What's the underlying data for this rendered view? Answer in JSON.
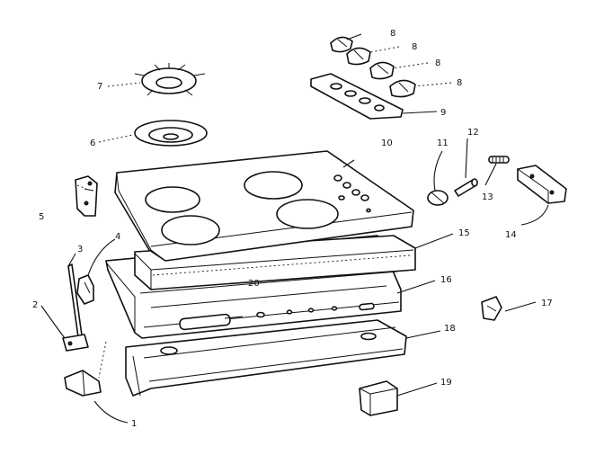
{
  "parts": [
    {
      "id": "p1",
      "number": "1"
    },
    {
      "id": "p2",
      "number": "2"
    },
    {
      "id": "p3",
      "number": "3"
    },
    {
      "id": "p4",
      "number": "4"
    },
    {
      "id": "p5",
      "number": "5"
    },
    {
      "id": "p6",
      "number": "6"
    },
    {
      "id": "p7",
      "number": "7"
    },
    {
      "id": "p8a",
      "number": "8"
    },
    {
      "id": "p8b",
      "number": "8"
    },
    {
      "id": "p8c",
      "number": "8"
    },
    {
      "id": "p8d",
      "number": "8"
    },
    {
      "id": "p9",
      "number": "9"
    },
    {
      "id": "p10",
      "number": "10"
    },
    {
      "id": "p11",
      "number": "11"
    },
    {
      "id": "p12",
      "number": "12"
    },
    {
      "id": "p13",
      "number": "13"
    },
    {
      "id": "p14",
      "number": "14"
    },
    {
      "id": "p15",
      "number": "15"
    },
    {
      "id": "p16",
      "number": "16"
    },
    {
      "id": "p17",
      "number": "17"
    },
    {
      "id": "p18",
      "number": "18"
    },
    {
      "id": "p19",
      "number": "19"
    },
    {
      "id": "p20",
      "number": "20"
    }
  ]
}
